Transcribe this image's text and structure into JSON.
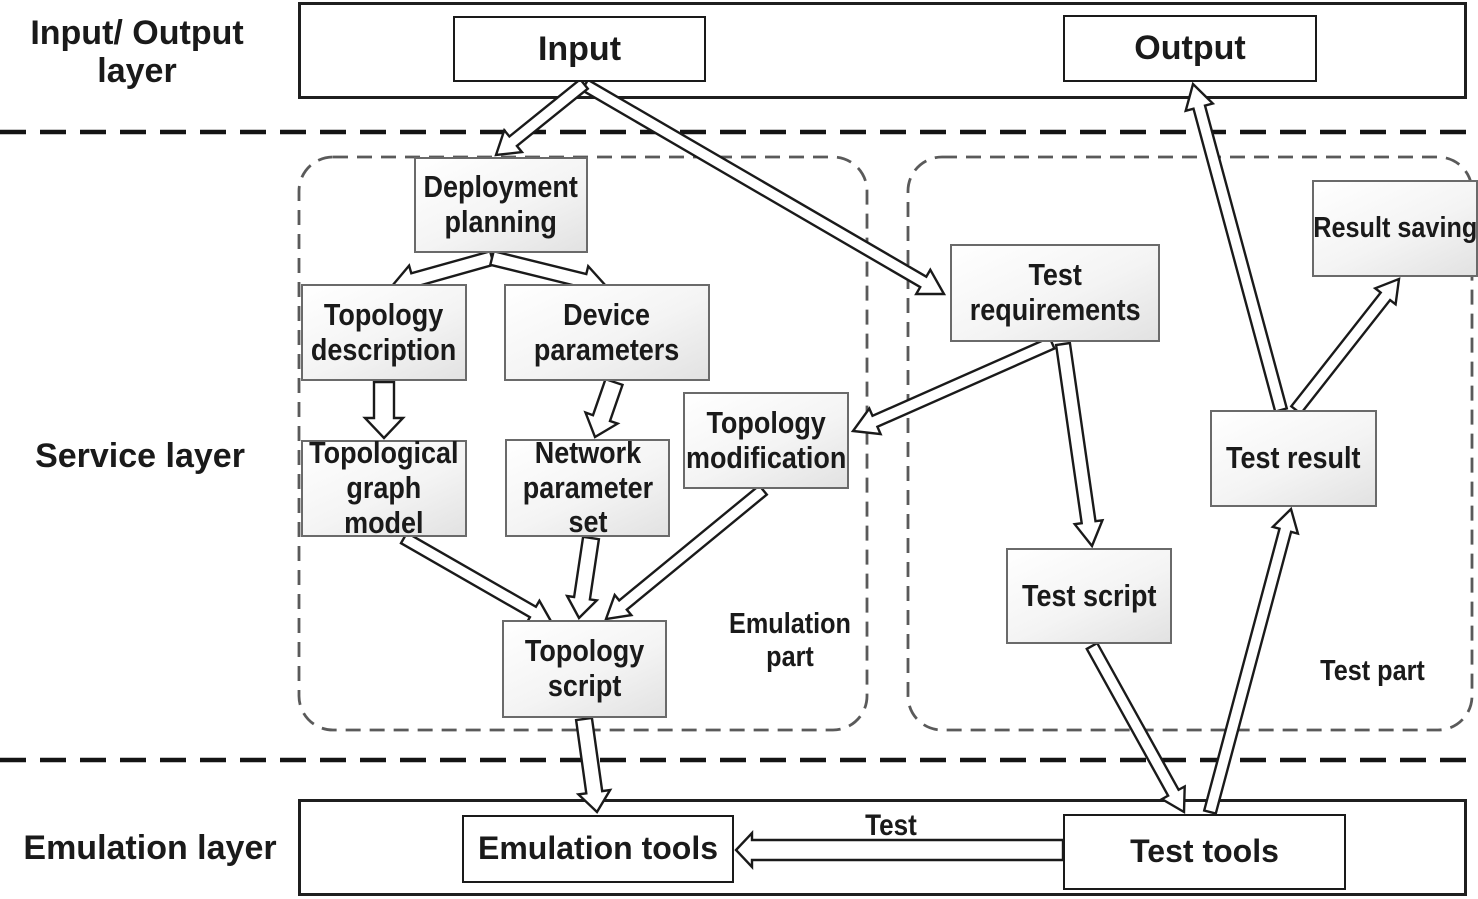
{
  "layers": {
    "io": "Input/ Output\nlayer",
    "service": "Service layer",
    "emulation": "Emulation layer"
  },
  "nodes": {
    "input": "Input",
    "output": "Output",
    "deployment_planning": "Deployment\nplanning",
    "topology_description": "Topology\ndescription",
    "device_parameters": "Device\nparameters",
    "topological_graph_model": "Topological\ngraph model",
    "network_parameter_set": "Network\nparameter\nset",
    "topology_modification": "Topology\nmodification",
    "topology_script": "Topology\nscript",
    "test_requirements": "Test\nrequirements",
    "test_script": "Test script",
    "test_result": "Test result",
    "result_saving": "Result saving",
    "emulation_tools": "Emulation tools",
    "test_tools": "Test tools"
  },
  "groups": {
    "emulation_part": "Emulation\npart",
    "test_part": "Test part"
  },
  "edge_labels": {
    "test": "Test"
  },
  "colors": {
    "background": "#ffffff",
    "text": "#1a1a1a",
    "container_border": "#1f1f1f",
    "node_border": "#6a6a6a",
    "node_fill_top": "#ffffff",
    "node_fill_bottom": "#e2e2e2",
    "group_dash": "#5a5a5a",
    "layer_dash": "#141414",
    "arrow_fill": "#ffffff",
    "arrow_stroke": "#1a1a1a"
  }
}
